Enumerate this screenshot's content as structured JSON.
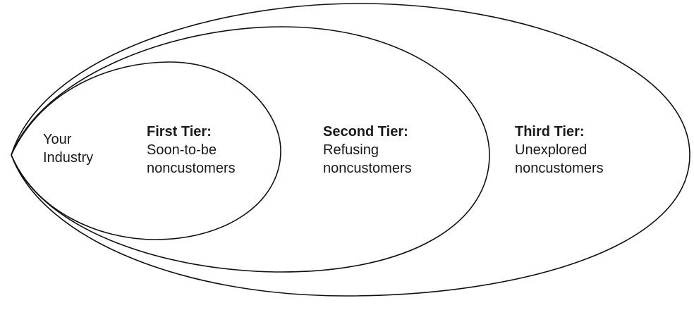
{
  "diagram": {
    "industry": {
      "line1": "Your",
      "line2": "Industry"
    },
    "tiers": [
      {
        "title": "First Tier:",
        "line1": "Soon-to-be",
        "line2": "noncustomers"
      },
      {
        "title": "Second Tier:",
        "line1": "Refusing",
        "line2": "noncustomers"
      },
      {
        "title": "Third Tier:",
        "line1": "Unexplored",
        "line2": "noncustomers"
      }
    ],
    "stroke_color": "#111111",
    "background_color": "#ffffff"
  }
}
